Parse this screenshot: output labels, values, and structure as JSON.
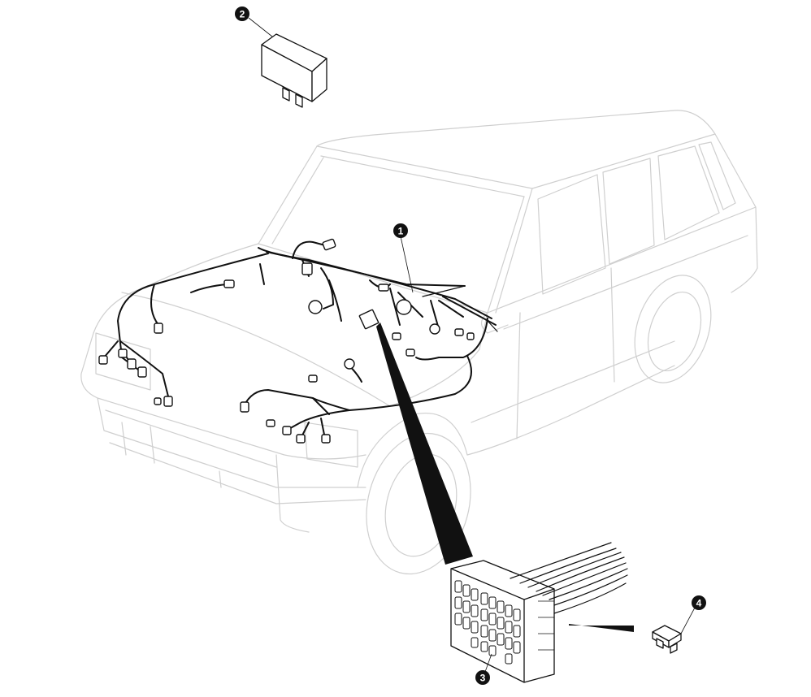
{
  "diagram": {
    "type": "exploded parts illustration",
    "callouts": [
      {
        "number": "1"
      },
      {
        "number": "2"
      },
      {
        "number": "3"
      },
      {
        "number": "4"
      }
    ]
  },
  "colors": {
    "vehicle_outline": "#cfcfcf",
    "harness": "#111111",
    "badge_fill": "#111111",
    "badge_text": "#ffffff",
    "background": "#ffffff"
  }
}
